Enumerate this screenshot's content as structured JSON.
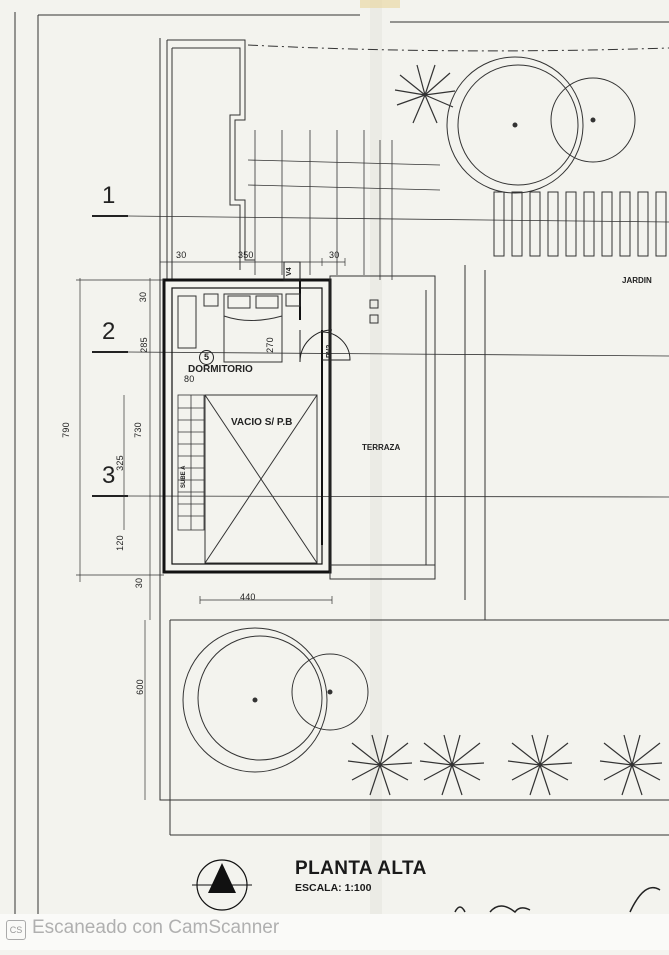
{
  "drawing": {
    "title": "PLANTA ALTA",
    "scale": "ESCALA: 1:100"
  },
  "axes": [
    "1",
    "2",
    "3"
  ],
  "dimensions": {
    "top_30_left": "30",
    "top_350": "350",
    "top_30_right": "30",
    "left_30_top": "30",
    "left_285": "285",
    "left_270": "270",
    "left_80": "80",
    "left_790": "790",
    "left_730": "730",
    "left_325": "325",
    "left_120": "120",
    "left_30_bottom": "30",
    "bottom_440": "440",
    "left_600": "600"
  },
  "rooms": {
    "dormitorio": "DORMITORIO",
    "dormitorio_number": "5",
    "vacio": "VACIO S/ P.B",
    "terraza": "TERRAZA",
    "jardin": "JARDIN"
  },
  "stair_label": "SUBE A",
  "doors": {
    "v4": "V4",
    "pv2": "PV2"
  },
  "footer": {
    "logo": "CS",
    "text": "Escaneado con CamScanner"
  }
}
